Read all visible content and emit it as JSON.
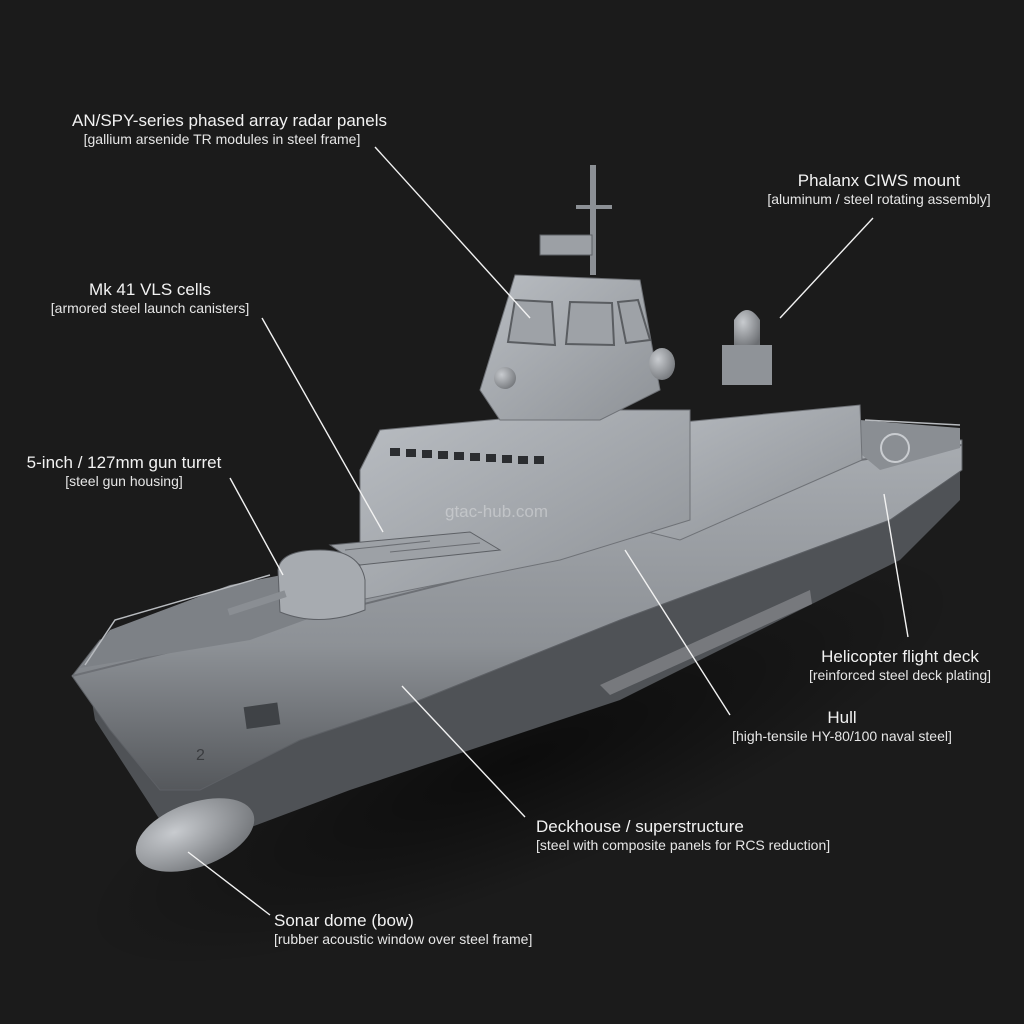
{
  "watermark": "gtac-hub.com",
  "colors": {
    "background": "#1b1b1b",
    "hull": "#9a9ea3",
    "hull_shadow": "#5e6166",
    "superstructure": "#aeb2b7",
    "deck": "#7c8085",
    "leader_line": "#f2f2f2",
    "text": "#f2f2f2"
  },
  "callouts": [
    {
      "name": "AN/SPY-series phased array radar panels",
      "material": "[gallium arsenide TR modules in steel frame]"
    },
    {
      "name": "Phalanx CIWS mount",
      "material": "[aluminum / steel rotating assembly]"
    },
    {
      "name": "Mk 41 VLS cells",
      "material": "[armored steel launch canisters]"
    },
    {
      "name": "5-inch / 127mm gun turret",
      "material": "[steel gun housing]"
    },
    {
      "name": "Helicopter flight deck",
      "material": "[reinforced steel deck plating]"
    },
    {
      "name": "Hull",
      "material": "[high-tensile HY-80/100 naval steel]"
    },
    {
      "name": "Deckhouse / superstructure",
      "material": "[steel with composite panels for RCS reduction]"
    },
    {
      "name": "Sonar dome (bow)",
      "material": "[rubber acoustic window over steel frame]"
    }
  ]
}
